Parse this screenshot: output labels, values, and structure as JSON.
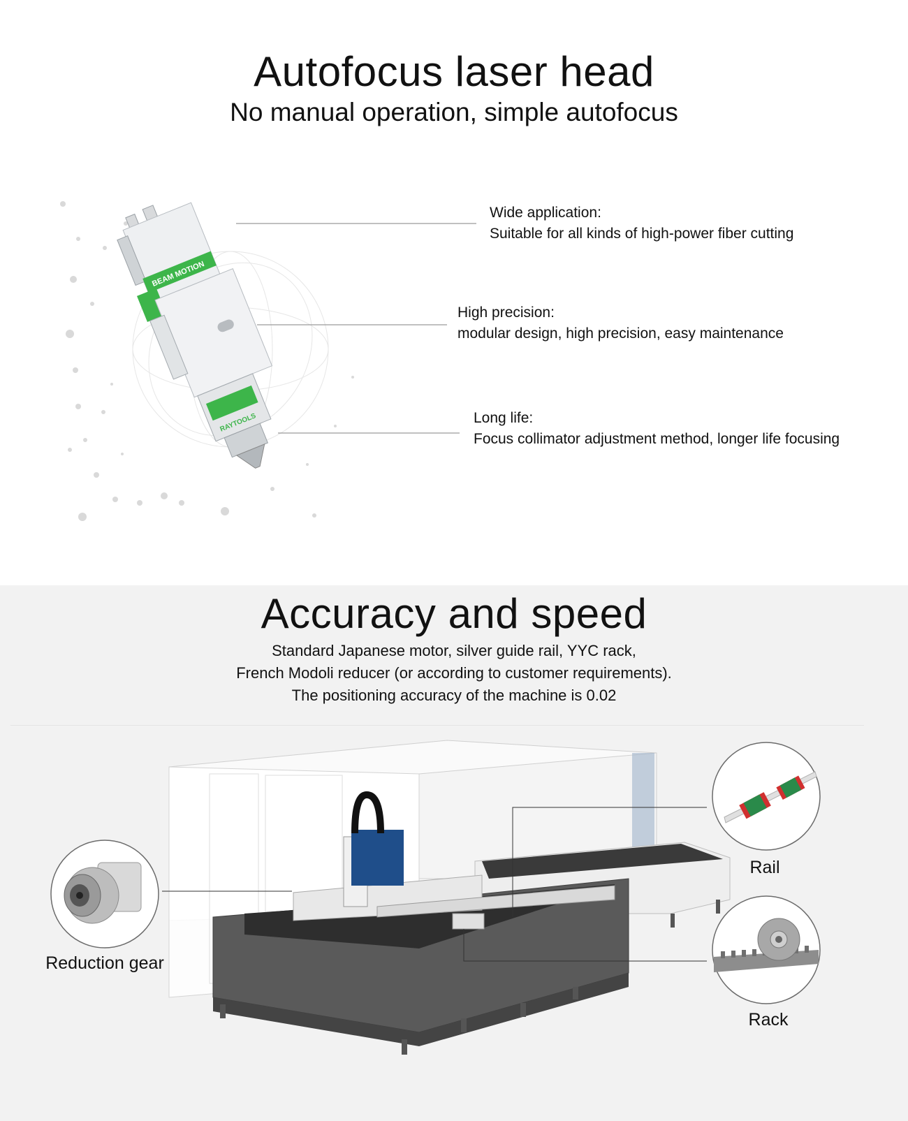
{
  "laser_head": {
    "title": "Autofocus laser head",
    "subtitle": "No manual operation, simple autofocus",
    "brand_marks": [
      "BEAM MOTION",
      "RAYTOOLS"
    ],
    "features": [
      {
        "title": "Wide application:",
        "text": "Suitable for all kinds of high-power fiber cutting"
      },
      {
        "title": "High precision:",
        "text": "modular design, high precision, easy maintenance"
      },
      {
        "title": "Long life:",
        "text": "Focus collimator adjustment method, longer life focusing"
      }
    ]
  },
  "accuracy": {
    "title": "Accuracy and speed",
    "description": [
      "Standard Japanese motor, silver guide rail, YYC rack,",
      "French Modoli reducer (or according to customer requirements).",
      "The positioning accuracy of the machine is 0.02"
    ],
    "callouts": {
      "rail": "Rail",
      "rack": "Rack",
      "reduction_gear": "Reduction gear"
    }
  },
  "colors": {
    "brand_green": "#3db54a",
    "machine_blue": "#1f4e8a",
    "section_gray": "#f2f2f2"
  }
}
